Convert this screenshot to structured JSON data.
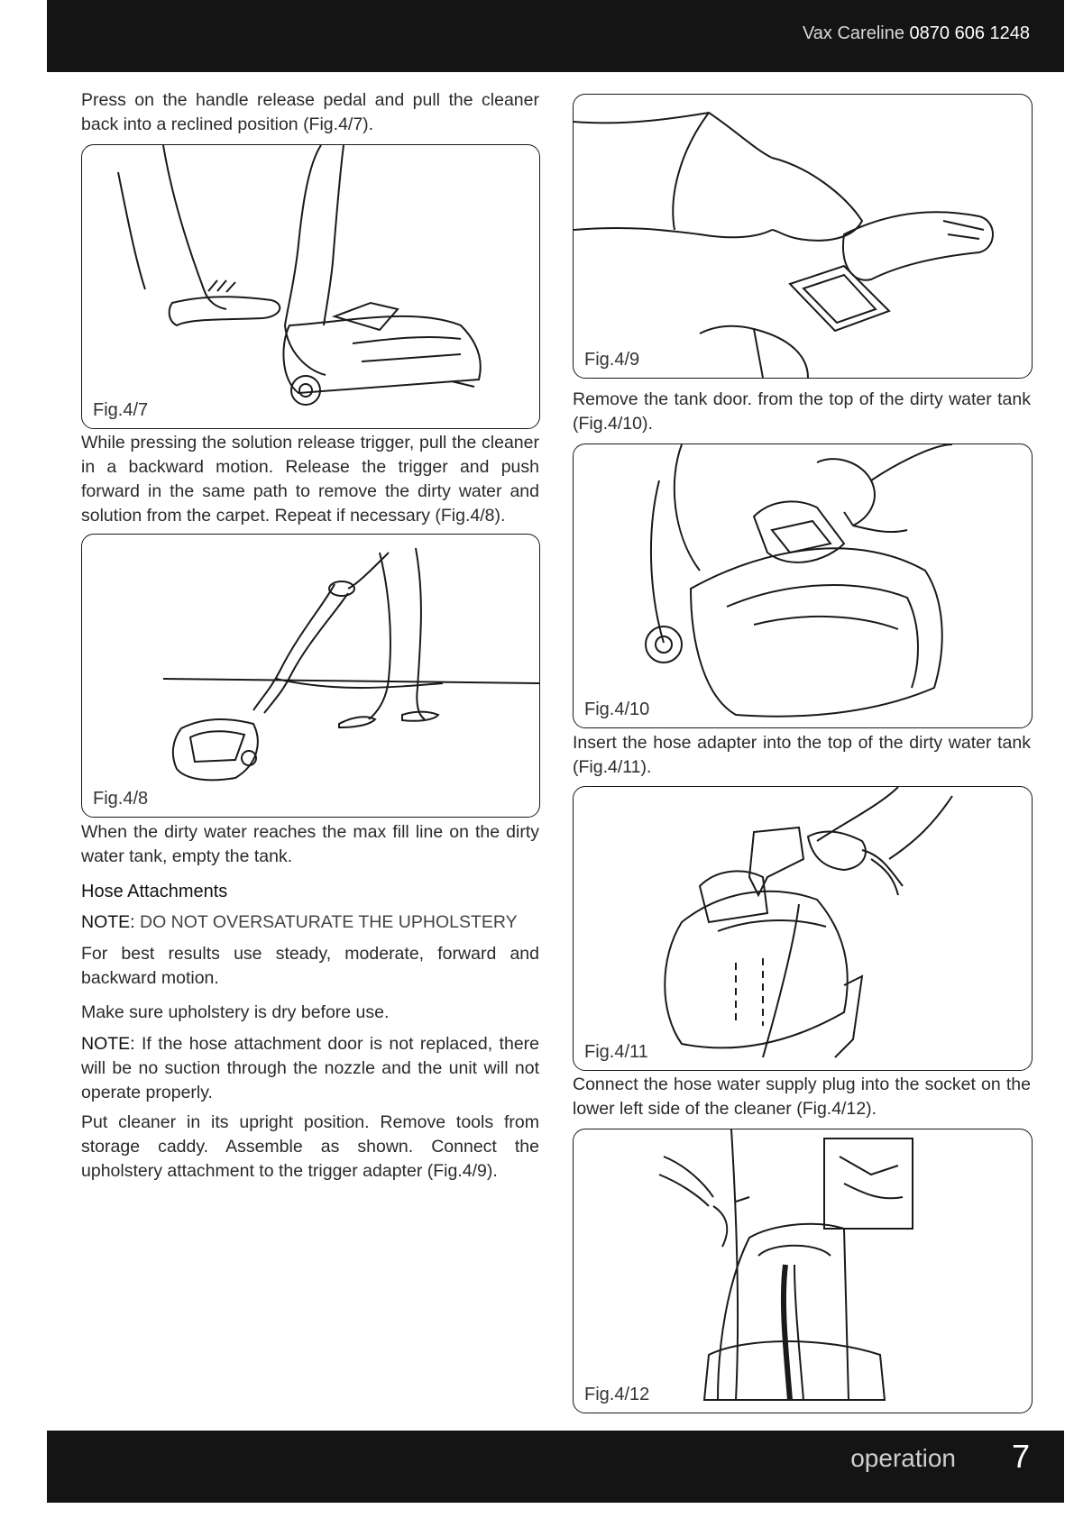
{
  "header": {
    "careline_label": "Vax Careline",
    "careline_number": "0870 606 1248"
  },
  "footer": {
    "section": "operation",
    "page_number": "7"
  },
  "left": {
    "p1": "Press on the handle release pedal and pull the cleaner back into a reclined position (Fig.4/7).",
    "fig7": "Fig.4/7",
    "p2": "While pressing the solution release trigger, pull the cleaner in a backward motion. Release the trigger and push forward in the same path to remove the dirty water and solution from the carpet. Repeat if necessary (Fig.4/8).",
    "fig8": "Fig.4/8",
    "p3": "When the dirty water reaches the  max fill line on the dirty water tank, empty the tank.",
    "heading": "Hose Attachments",
    "note1_label": "NOTE:",
    "note1_text": " DO NOT OVERSATURATE THE UPHOLSTERY",
    "p4": "For best results use steady, moderate, forward and backward motion.",
    "p5": "Make sure upholstery is dry before use.",
    "note2_label": "NOTE:",
    "note2_text": " If the hose attachment door is not replaced, there will be no suction through the nozzle and the unit will not operate properly.",
    "p6": "Put cleaner in its upright position. Remove tools from storage caddy. Assemble as shown. Connect the upholstery attachment to the trigger adapter (Fig.4/9)."
  },
  "right": {
    "fig9": "Fig.4/9",
    "p1": "Remove the tank door. from the top of the dirty water tank (Fig.4/10).",
    "fig10": "Fig.4/10",
    "p2": "Insert the hose adapter into the top of the dirty water tank (Fig.4/11).",
    "fig11": "Fig.4/11",
    "p3": "Connect the hose water supply plug into the socket on the lower left side of the cleaner (Fig.4/12).",
    "fig12": "Fig.4/12"
  }
}
